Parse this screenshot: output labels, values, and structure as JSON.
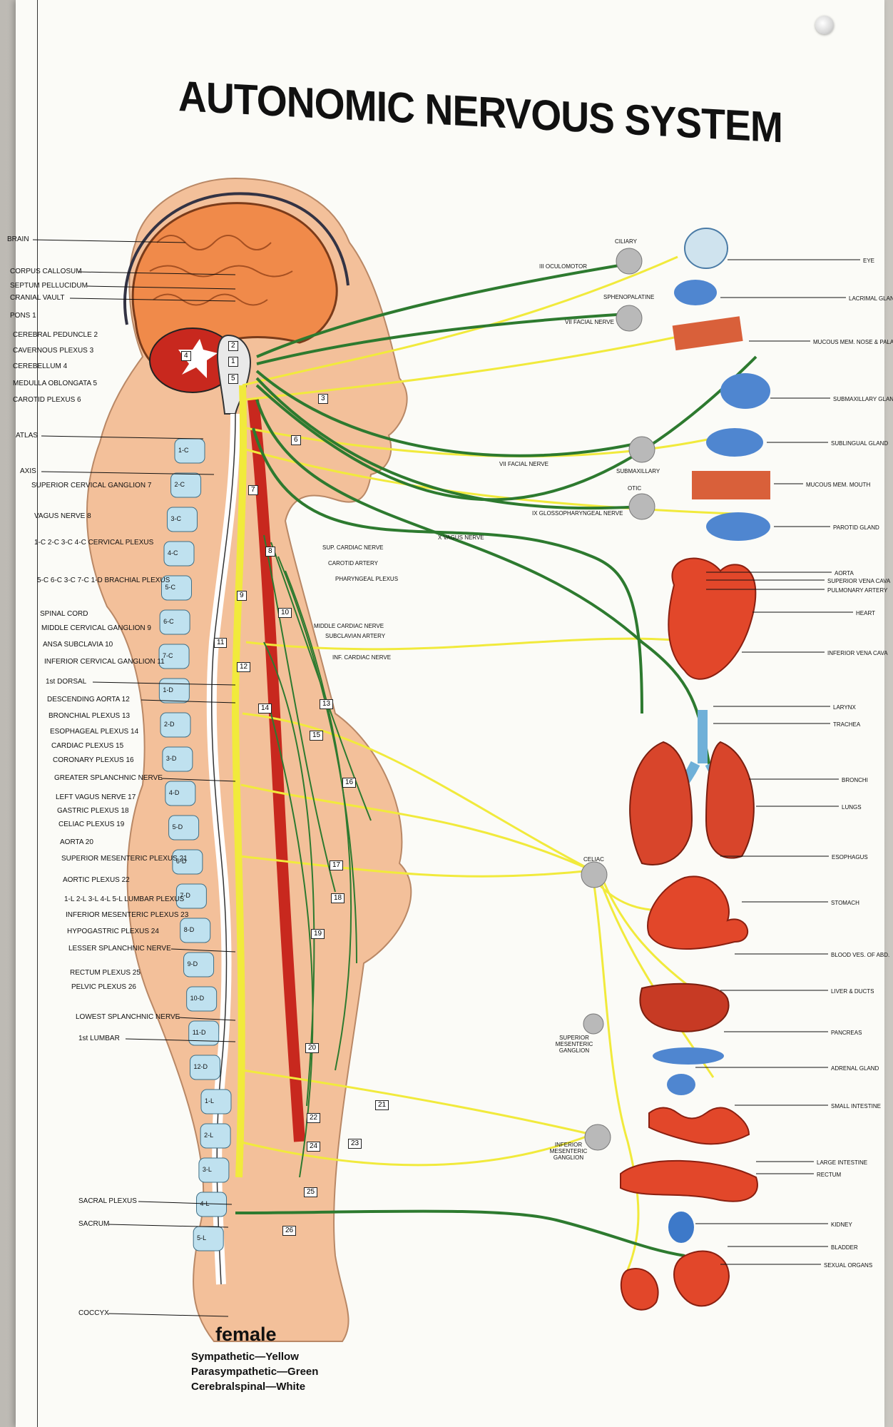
{
  "title": "AUTONOMIC NERVOUS SYSTEM",
  "subtitle": "female",
  "legend": [
    "Sympathetic—Yellow",
    "Parasympathetic—Green",
    "Cerebralspinal—White"
  ],
  "colors": {
    "sympathetic": "#f1ea3c",
    "parasympathetic": "#2d7a2f",
    "cerebrospinal": "#ffffff",
    "skin": "#f3c09a",
    "brain": "#f08a4a",
    "organ_red": "#e2472a",
    "vein_blue": "#3d79c9",
    "vertebra_blue": "#bfe1ef",
    "ganglion": "#b9b9b9"
  },
  "left_labels": [
    {
      "text": "BRAIN",
      "num": ""
    },
    {
      "text": "CORPUS CALLOSUM",
      "num": ""
    },
    {
      "text": "SEPTUM PELLUCIDUM",
      "num": ""
    },
    {
      "text": "CRANIAL VAULT",
      "num": ""
    },
    {
      "text": "PONS",
      "num": "1"
    },
    {
      "text": "CEREBRAL PEDUNCLE",
      "num": "2"
    },
    {
      "text": "CAVERNOUS PLEXUS",
      "num": "3"
    },
    {
      "text": "CEREBELLUM",
      "num": "4"
    },
    {
      "text": "MEDULLA OBLONGATA",
      "num": "5"
    },
    {
      "text": "CAROTID PLEXUS",
      "num": "6"
    },
    {
      "text": "ATLAS",
      "num": ""
    },
    {
      "text": "AXIS",
      "num": ""
    },
    {
      "text": "SUPERIOR CERVICAL GANGLION",
      "num": "7"
    },
    {
      "text": "VAGUS NERVE",
      "num": "8"
    },
    {
      "text": "1-C  2-C 3-C  4-C CERVICAL PLEXUS",
      "num": ""
    },
    {
      "text": "5-C  6-C  3-C 7-C  1-D BRACHIAL PLEXUS",
      "num": ""
    },
    {
      "text": "SPINAL CORD",
      "num": ""
    },
    {
      "text": "MIDDLE CERVICAL GANGLION",
      "num": "9"
    },
    {
      "text": "ANSA SUBCLAVIA",
      "num": "10"
    },
    {
      "text": "INFERIOR CERVICAL GANGLION",
      "num": "11"
    },
    {
      "text": "1st DORSAL",
      "num": ""
    },
    {
      "text": "DESCENDING AORTA",
      "num": "12"
    },
    {
      "text": "BRONCHIAL PLEXUS",
      "num": "13"
    },
    {
      "text": "ESOPHAGEAL PLEXUS",
      "num": "14"
    },
    {
      "text": "CARDIAC PLEXUS",
      "num": "15"
    },
    {
      "text": "CORONARY PLEXUS",
      "num": "16"
    },
    {
      "text": "GREATER SPLANCHNIC NERVE",
      "num": ""
    },
    {
      "text": "LEFT VAGUS NERVE",
      "num": "17"
    },
    {
      "text": "GASTRIC PLEXUS",
      "num": "18"
    },
    {
      "text": "CELIAC PLEXUS",
      "num": "19"
    },
    {
      "text": "AORTA",
      "num": "20"
    },
    {
      "text": "SUPERIOR MESENTERIC PLEXUS",
      "num": "21"
    },
    {
      "text": "AORTIC PLEXUS",
      "num": "22"
    },
    {
      "text": "1-L  2-L  3-L  4-L  5-L LUMBAR PLEXUS",
      "num": ""
    },
    {
      "text": "INFERIOR MESENTERIC PLEXUS",
      "num": "23"
    },
    {
      "text": "HYPOGASTRIC PLEXUS",
      "num": "24"
    },
    {
      "text": "LESSER SPLANCHNIC NERVE",
      "num": ""
    },
    {
      "text": "RECTUM PLEXUS",
      "num": "25"
    },
    {
      "text": "PELVIC PLEXUS",
      "num": "26"
    },
    {
      "text": "LOWEST SPLANCHNIC NERVE",
      "num": ""
    },
    {
      "text": "1st LUMBAR",
      "num": ""
    },
    {
      "text": "SACRAL PLEXUS",
      "num": ""
    },
    {
      "text": "SACRUM",
      "num": ""
    },
    {
      "text": "COCCYX",
      "num": ""
    }
  ],
  "right_labels": [
    "EYE",
    "LACRIMAL GLAND",
    "MUCOUS MEM. NOSE & PALATE",
    "SUBMAXILLARY GLAND",
    "SUBLINGUAL GLAND",
    "MUCOUS MEM. MOUTH",
    "PAROTID GLAND",
    "AORTA",
    "SUPERIOR VENA CAVA",
    "PULMONARY ARTERY",
    "HEART",
    "INFERIOR VENA CAVA",
    "LARYNX",
    "TRACHEA",
    "BRONCHI",
    "LUNGS",
    "ESOPHAGUS",
    "STOMACH",
    "BLOOD VES. OF ABD.",
    "LIVER & DUCTS",
    "PANCREAS",
    "ADRENAL GLAND",
    "SMALL INTESTINE",
    "LARGE INTESTINE",
    "RECTUM",
    "KIDNEY",
    "BLADDER",
    "SEXUAL ORGANS"
  ],
  "nerve_labels": [
    "III OCULOMOTOR",
    "VII FACIAL NERVE",
    "VII FACIAL NERVE",
    "IX GLOSSOPHARYNGEAL NERVE",
    "X VAGUS NERVE",
    "SUP. CARDIAC NERVE",
    "CAROTID ARTERY",
    "PHARYNGEAL PLEXUS",
    "MIDDLE CARDIAC NERVE",
    "SUBCLAVIAN ARTERY",
    "INF. CARDIAC NERVE"
  ],
  "ganglia": [
    "CILIARY",
    "SPHENOPALATINE",
    "SUBMAXILLARY",
    "OTIC",
    "CELIAC",
    "SUPERIOR MESENTERIC GANGLION",
    "INFERIOR MESENTERIC GANGLION"
  ],
  "vertebrae": [
    "1-C",
    "2-C",
    "3-C",
    "4-C",
    "5-C",
    "6-C",
    "7-C",
    "1-D",
    "2-D",
    "3-D",
    "4-D",
    "5-D",
    "6-D",
    "7-D",
    "8-D",
    "9-D",
    "10-D",
    "11-D",
    "12-D",
    "1-L",
    "2-L",
    "3-L",
    "4-L",
    "5-L"
  ],
  "numbered_markers": [
    "1",
    "2",
    "3",
    "4",
    "5",
    "6",
    "7",
    "8",
    "9",
    "10",
    "11",
    "12",
    "13",
    "14",
    "15",
    "16",
    "17",
    "18",
    "19",
    "20",
    "21",
    "22",
    "23",
    "24",
    "25",
    "26"
  ]
}
